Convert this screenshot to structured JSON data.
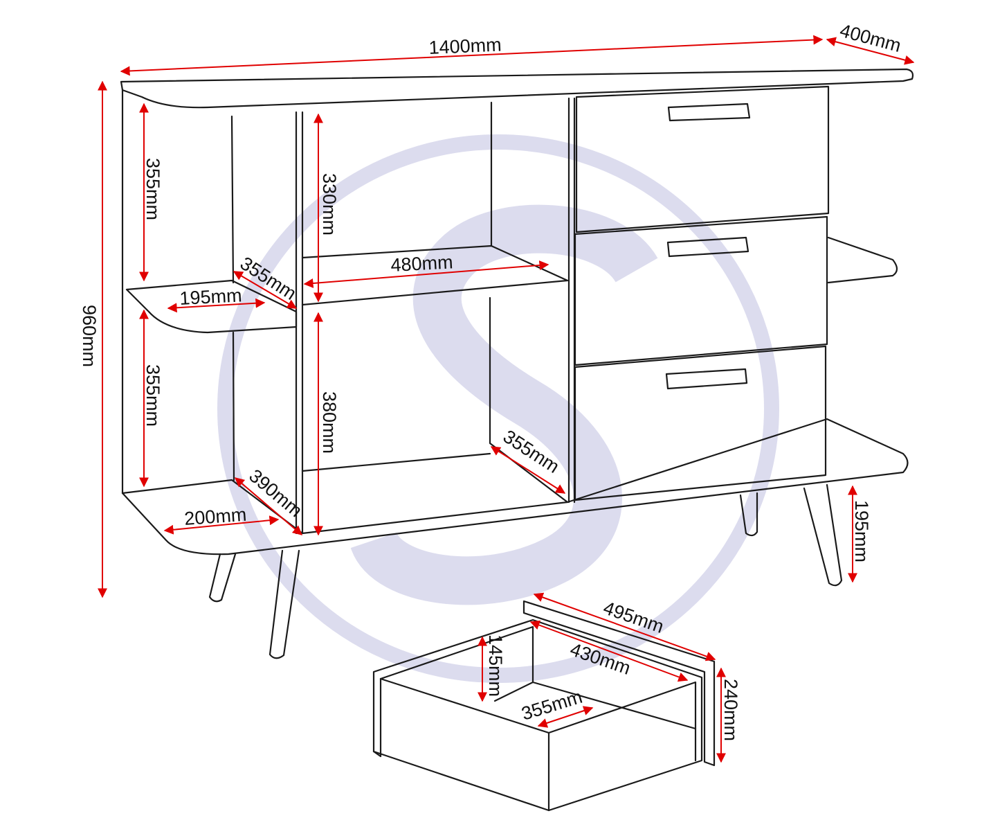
{
  "diagram": {
    "title_hidden": null,
    "colors": {
      "outline": "#1a1a1a",
      "dimension": "#e00000",
      "watermark": "#dcdcee"
    },
    "dimensions": {
      "overall_width": "1400mm",
      "overall_depth": "400mm",
      "overall_height": "960mm",
      "left_upper_height": "355mm",
      "left_lower_height": "355mm",
      "left_shelf_width": "195mm",
      "left_shelf_depth": "355mm",
      "bottom_left_width": "200mm",
      "bottom_left_depth": "390mm",
      "center_upper_height": "330mm",
      "center_shelf_width": "480mm",
      "center_lower_height": "380mm",
      "center_lower_depth": "355mm",
      "leg_height": "195mm",
      "drawer_depth_outer": "495mm",
      "drawer_depth_inner": "430mm",
      "drawer_inner_height": "145mm",
      "drawer_inner_width": "355mm",
      "drawer_front_height": "240mm"
    }
  }
}
